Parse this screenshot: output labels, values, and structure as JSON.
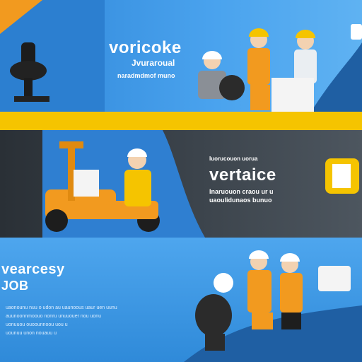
{
  "banner1": {
    "headline": "voricoke",
    "sub1": "Jvuraroual",
    "sub2": "naradmdmof muno"
  },
  "banner2": {
    "tagline": "Iuorucouon uorua",
    "headline": "vertaice",
    "sub1": "Inaruouon craou ur u",
    "sub2": "uaoulidunaos bunuo"
  },
  "banner3": {
    "headline1": "vearcesy",
    "headline2": "JOB",
    "fine_lines": [
      "uaonounu nuu o udon au uaunoous uaur uen uunu",
      "auunoonnmoouo nonru unuuouer nou uonu",
      "uonuuou ouoounnoou uou u",
      "uounuu unon nouauu u"
    ]
  },
  "colors": {
    "blue": "#3a8fdc",
    "yellow": "#f5c400",
    "dark": "#2f363d",
    "orange": "#f29a1f"
  }
}
